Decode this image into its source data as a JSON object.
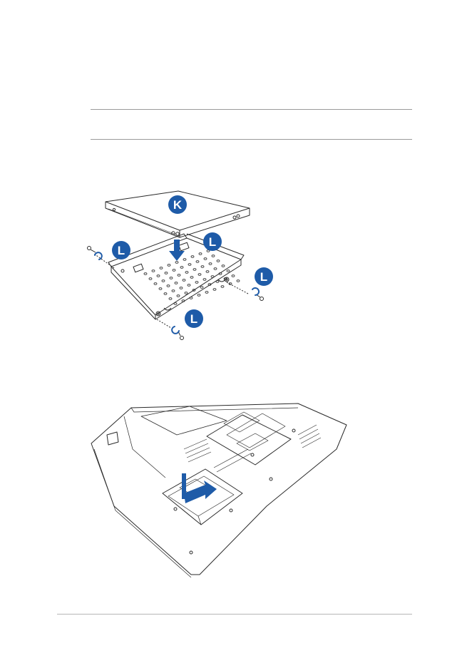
{
  "figure1": {
    "callouts": [
      {
        "letter": "K"
      },
      {
        "letter": "L"
      },
      {
        "letter": "L"
      },
      {
        "letter": "L"
      },
      {
        "letter": "L"
      }
    ]
  },
  "colors": {
    "callout": "#1e5ba8",
    "line_art": "#2a2a2a",
    "rule": "#9a9a9a"
  }
}
